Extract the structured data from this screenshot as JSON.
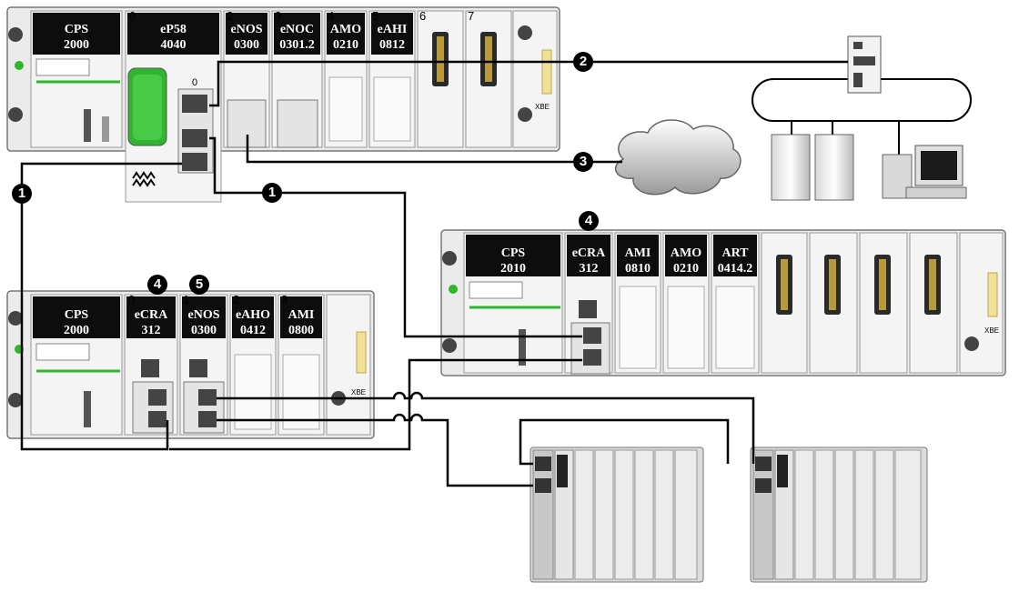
{
  "racks": {
    "local": {
      "modules": [
        {
          "slot": "",
          "name": "CPS",
          "ref": "2000"
        },
        {
          "slot": "0",
          "name": "eP58",
          "ref": "4040"
        },
        {
          "slot": "2",
          "name": "eNOS",
          "ref": "0300"
        },
        {
          "slot": "3",
          "name": "eNOC",
          "ref": "0301.2"
        },
        {
          "slot": "4",
          "name": "AMO",
          "ref": "0210"
        },
        {
          "slot": "5",
          "name": "eAHI",
          "ref": "0812"
        },
        {
          "slot": "6",
          "name": "",
          "ref": ""
        },
        {
          "slot": "7",
          "name": "",
          "ref": ""
        }
      ],
      "port_slot": "0",
      "xbe": "XBE"
    },
    "remote_left": {
      "modules": [
        {
          "slot": "",
          "name": "CPS",
          "ref": "2000"
        },
        {
          "slot": "0",
          "name": "eCRA",
          "ref": "312"
        },
        {
          "slot": "1",
          "name": "eNOS",
          "ref": "0300"
        },
        {
          "slot": "2",
          "name": "eAHO",
          "ref": "0412"
        },
        {
          "slot": "3",
          "name": "AMI",
          "ref": "0800"
        }
      ],
      "xbe": "XBE"
    },
    "remote_right": {
      "modules": [
        {
          "name": "CPS",
          "ref": "2010"
        },
        {
          "name": "eCRA",
          "ref": "312"
        },
        {
          "name": "AMI",
          "ref": "0810"
        },
        {
          "name": "AMO",
          "ref": "0210"
        },
        {
          "name": "ART",
          "ref": "0414.2"
        }
      ],
      "xbe": "XBE"
    }
  },
  "callouts": [
    "1",
    "1",
    "2",
    "3",
    "4",
    "4",
    "5"
  ],
  "colors": {
    "module_head": "#0d0d0d",
    "rack_bg": "#e8e8e8",
    "cable": "#000000",
    "accent_green": "#2fb52f"
  }
}
